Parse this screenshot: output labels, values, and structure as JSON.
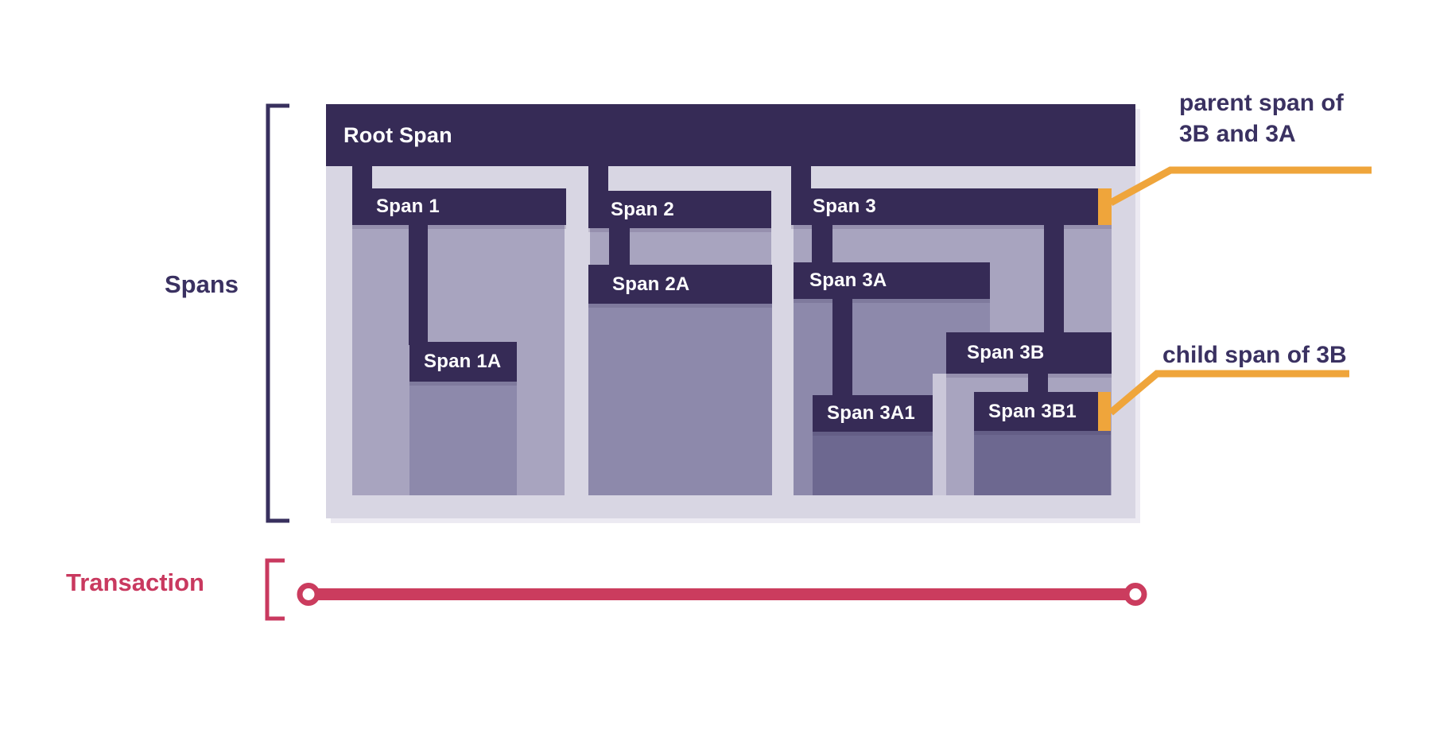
{
  "sidebar": {
    "spans_label": "Spans",
    "transaction_label": "Transaction"
  },
  "spans": {
    "root": "Root Span",
    "s1": "Span 1",
    "s1a": "Span 1A",
    "s2": "Span 2",
    "s2a": "Span 2A",
    "s3": "Span 3",
    "s3a": "Span 3A",
    "s3a1": "Span 3A1",
    "s3b": "Span 3B",
    "s3b1": "Span 3B1"
  },
  "annotations": {
    "parent_span_line1": "parent span of",
    "parent_span_line2": "3B and 3A",
    "child_span": "child span of 3B"
  },
  "colors": {
    "span_bar": "#362b56",
    "container_background": "#d8d6e3",
    "duration_level1": "#a8a4bf",
    "duration_level2": "#8d89ab",
    "duration_level3": "#6d6890",
    "highlight_orange": "#efa53b",
    "transaction_red": "#cb3c5e",
    "label_indigo": "#3a3161"
  }
}
